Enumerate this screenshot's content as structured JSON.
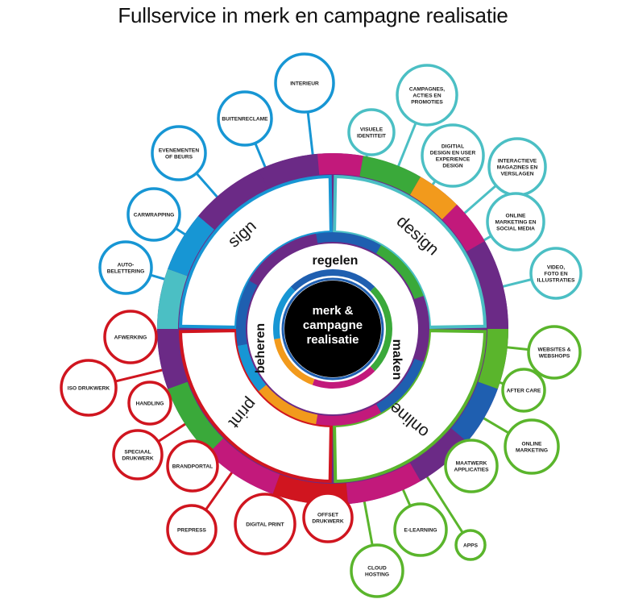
{
  "title": "Fullservice in merk en campagne realisatie",
  "center": {
    "lines": [
      "merk &",
      "campagne",
      "realisatie"
    ]
  },
  "inner_labels": {
    "top": "regelen",
    "right": "maken",
    "left": "beheren"
  },
  "segments": {
    "top_left": "sign",
    "top_right": "design",
    "bottom_right": "online",
    "bottom_left": "print"
  },
  "colors": {
    "sign": "#1796d4",
    "design": "#4bbfc4",
    "online": "#5ab52c",
    "print": "#d0151f",
    "center": "#000000",
    "ring_purple": "#6b2a86",
    "ring_magenta": "#c2197b",
    "ring_green": "#3aa93a",
    "ring_orange": "#f29a1c",
    "ring_blue": "#1f5fb0"
  },
  "groups": {
    "sign": [
      {
        "id": "interieur",
        "lines": [
          "INTERIEUR"
        ]
      },
      {
        "id": "buitenreclame",
        "lines": [
          "BUITENRECLAME"
        ]
      },
      {
        "id": "evenementen",
        "lines": [
          "EVENEMENTEN",
          "OF BEURS"
        ]
      },
      {
        "id": "carwrapping",
        "lines": [
          "CARWRAPPING"
        ]
      },
      {
        "id": "autobelettering",
        "lines": [
          "AUTO-",
          "BELETTERING"
        ]
      }
    ],
    "design": [
      {
        "id": "campagnes",
        "lines": [
          "CAMPAGNES,",
          "ACTIES EN",
          "PROMOTIES"
        ]
      },
      {
        "id": "visuele-identiteit",
        "lines": [
          "VISUELE",
          "IDENTITEIT"
        ]
      },
      {
        "id": "digitial-design",
        "lines": [
          "DIGITIAL",
          "DESIGN EN USER",
          "EXPERIENCE",
          "DESIGN"
        ]
      },
      {
        "id": "interactieve-magazines",
        "lines": [
          "INTERACTIEVE",
          "MAGAZINES EN",
          "VERSLAGEN"
        ]
      },
      {
        "id": "online-marketing-social",
        "lines": [
          "ONLINE",
          "MARKETING EN",
          "SOCIAL MEDIA"
        ]
      },
      {
        "id": "video-foto",
        "lines": [
          "VIDEO,",
          "FOTO EN",
          "ILLUSTRATIES"
        ]
      }
    ],
    "online": [
      {
        "id": "websites",
        "lines": [
          "WEBSITES &",
          "WEBSHOPS"
        ]
      },
      {
        "id": "after-care",
        "lines": [
          "AFTER CARE"
        ]
      },
      {
        "id": "online-marketing",
        "lines": [
          "ONLINE",
          "MARKETING"
        ]
      },
      {
        "id": "maatwerk",
        "lines": [
          "MAATWERK",
          "APPLICATIES"
        ]
      },
      {
        "id": "apps",
        "lines": [
          "APPS"
        ]
      },
      {
        "id": "e-learning",
        "lines": [
          "E-LEARNING"
        ]
      },
      {
        "id": "cloud-hosting",
        "lines": [
          "CLOUD",
          "HOSTING"
        ]
      }
    ],
    "print": [
      {
        "id": "afwerking",
        "lines": [
          "AFWERKING"
        ]
      },
      {
        "id": "iso-drukwerk",
        "lines": [
          "ISO DRUKWERK"
        ]
      },
      {
        "id": "handling",
        "lines": [
          "HANDLING"
        ]
      },
      {
        "id": "speciaal-drukwerk",
        "lines": [
          "SPECIAAL",
          "DRUKWERK"
        ]
      },
      {
        "id": "brandportal",
        "lines": [
          "BRANDPORTAL"
        ]
      },
      {
        "id": "prepress",
        "lines": [
          "PREPRESS"
        ]
      },
      {
        "id": "digital-print",
        "lines": [
          "DIGITAL PRINT"
        ]
      },
      {
        "id": "offset-drukwerk",
        "lines": [
          "OFFSET",
          "DRUKWERK"
        ]
      }
    ]
  }
}
